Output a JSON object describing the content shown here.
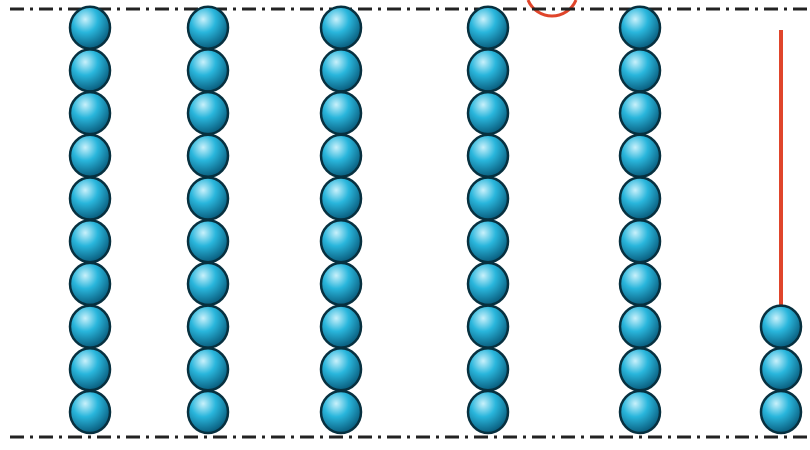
{
  "abacus": {
    "columns": [
      {
        "id": "col-1",
        "bead_count": 10
      },
      {
        "id": "col-2",
        "bead_count": 10
      },
      {
        "id": "col-3",
        "bead_count": 10
      },
      {
        "id": "col-4",
        "bead_count": 10
      },
      {
        "id": "col-5",
        "bead_count": 10
      },
      {
        "id": "col-6",
        "bead_count": 3,
        "has_rod": true
      }
    ],
    "colors": {
      "bead": "#29b6dc",
      "bead_highlight": "#c9f1fb",
      "bead_shadow": "#0a5f80",
      "bead_outline": "#07303f",
      "rod": "#e0452b",
      "rule_line": "#222222",
      "partial_circle": "#e0452b"
    },
    "rule_style": "dash-dot"
  }
}
